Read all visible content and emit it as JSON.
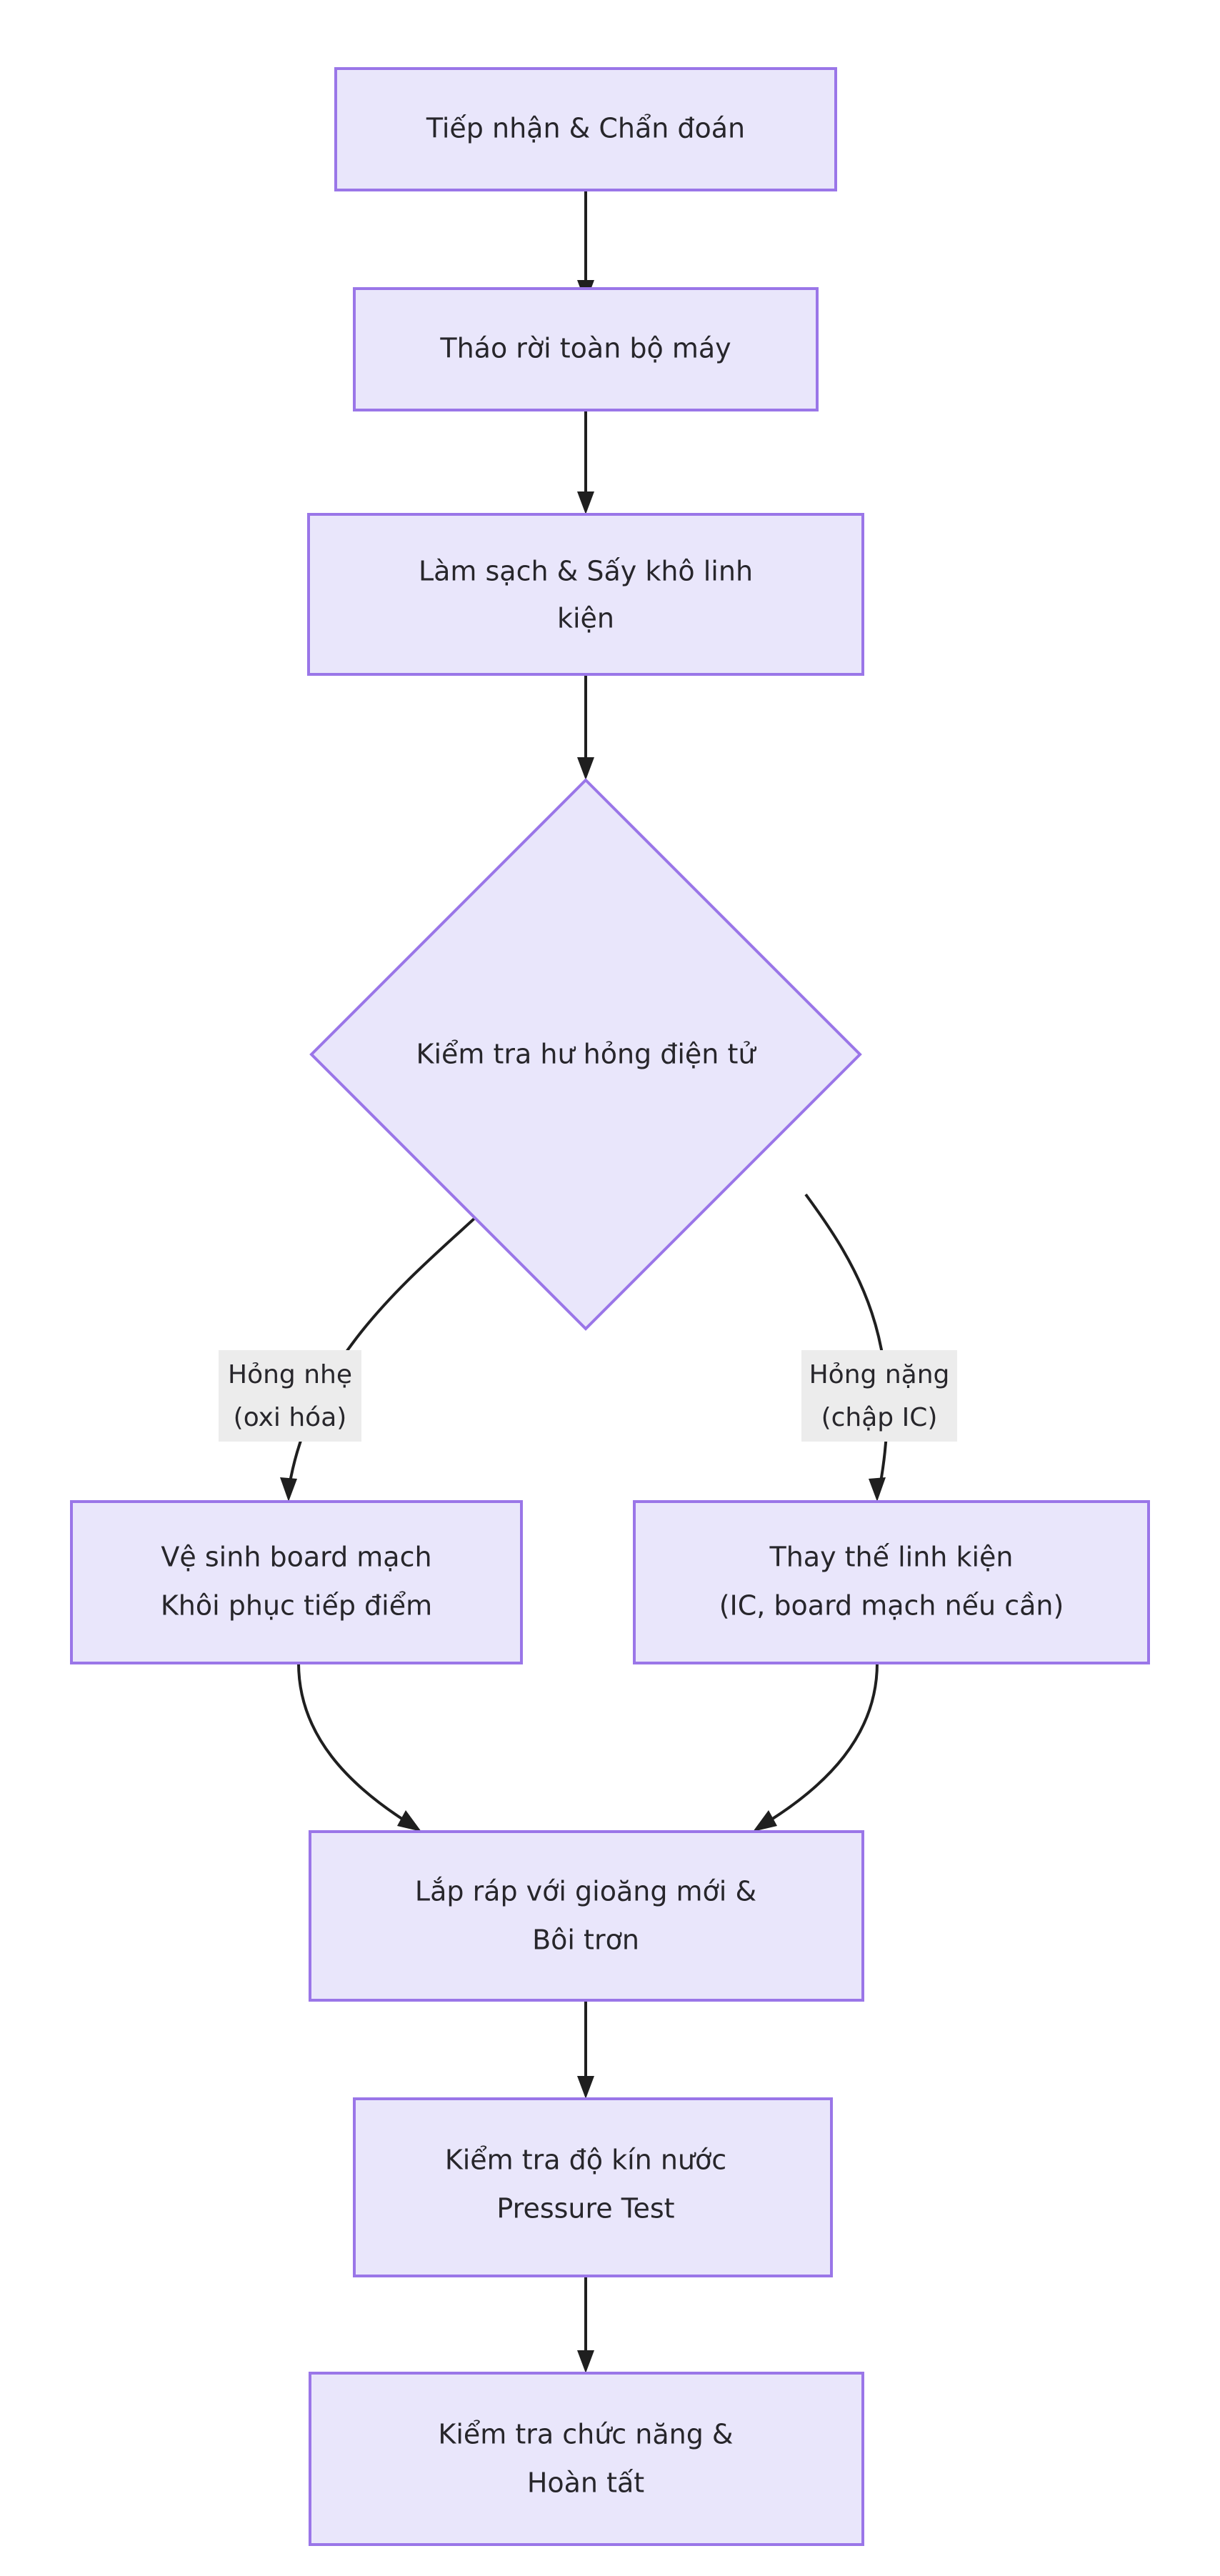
{
  "diagram": {
    "type": "flowchart",
    "direction": "top-to-bottom",
    "background_color": "#ffffff",
    "node_fill_color": "#e9e6fb",
    "node_border_color": "#9a76e8",
    "edge_color": "#1f1f1f",
    "edge_label_background": "#ececec",
    "text_color": "#27262b",
    "nodes": [
      {
        "id": "n1",
        "shape": "rect",
        "line1": "Tiếp nhận & Chẩn đoán",
        "line2": ""
      },
      {
        "id": "n2",
        "shape": "rect",
        "line1": "Tháo rời toàn bộ máy",
        "line2": ""
      },
      {
        "id": "n3",
        "shape": "rect",
        "line1": "Làm sạch & Sấy khô linh",
        "line2": "kiện"
      },
      {
        "id": "n4",
        "shape": "diamond",
        "line1": "Kiểm tra hư hỏng điện tử",
        "line2": ""
      },
      {
        "id": "n5",
        "shape": "rect",
        "line1": "Vệ sinh board mạch",
        "line2": "Khôi phục tiếp điểm"
      },
      {
        "id": "n6",
        "shape": "rect",
        "line1": "Thay thế linh kiện",
        "line2": "(IC, board mạch nếu cần)"
      },
      {
        "id": "n7",
        "shape": "rect",
        "line1": "Lắp ráp với gioăng mới &",
        "line2": "Bôi trơn"
      },
      {
        "id": "n8",
        "shape": "rect",
        "line1": "Kiểm tra độ kín nước",
        "line2": "Pressure Test"
      },
      {
        "id": "n9",
        "shape": "rect",
        "line1": "Kiểm tra chức năng &",
        "line2": "Hoàn tất"
      }
    ],
    "edges": [
      {
        "from": "n1",
        "to": "n2",
        "label_line1": "",
        "label_line2": ""
      },
      {
        "from": "n2",
        "to": "n3",
        "label_line1": "",
        "label_line2": ""
      },
      {
        "from": "n3",
        "to": "n4",
        "label_line1": "",
        "label_line2": ""
      },
      {
        "from": "n4",
        "to": "n5",
        "label_line1": "Hỏng nhẹ",
        "label_line2": "(oxi hóa)"
      },
      {
        "from": "n4",
        "to": "n6",
        "label_line1": "Hỏng nặng",
        "label_line2": "(chập IC)"
      },
      {
        "from": "n5",
        "to": "n7",
        "label_line1": "",
        "label_line2": ""
      },
      {
        "from": "n6",
        "to": "n7",
        "label_line1": "",
        "label_line2": ""
      },
      {
        "from": "n7",
        "to": "n8",
        "label_line1": "",
        "label_line2": ""
      },
      {
        "from": "n8",
        "to": "n9",
        "label_line1": "",
        "label_line2": ""
      }
    ]
  }
}
